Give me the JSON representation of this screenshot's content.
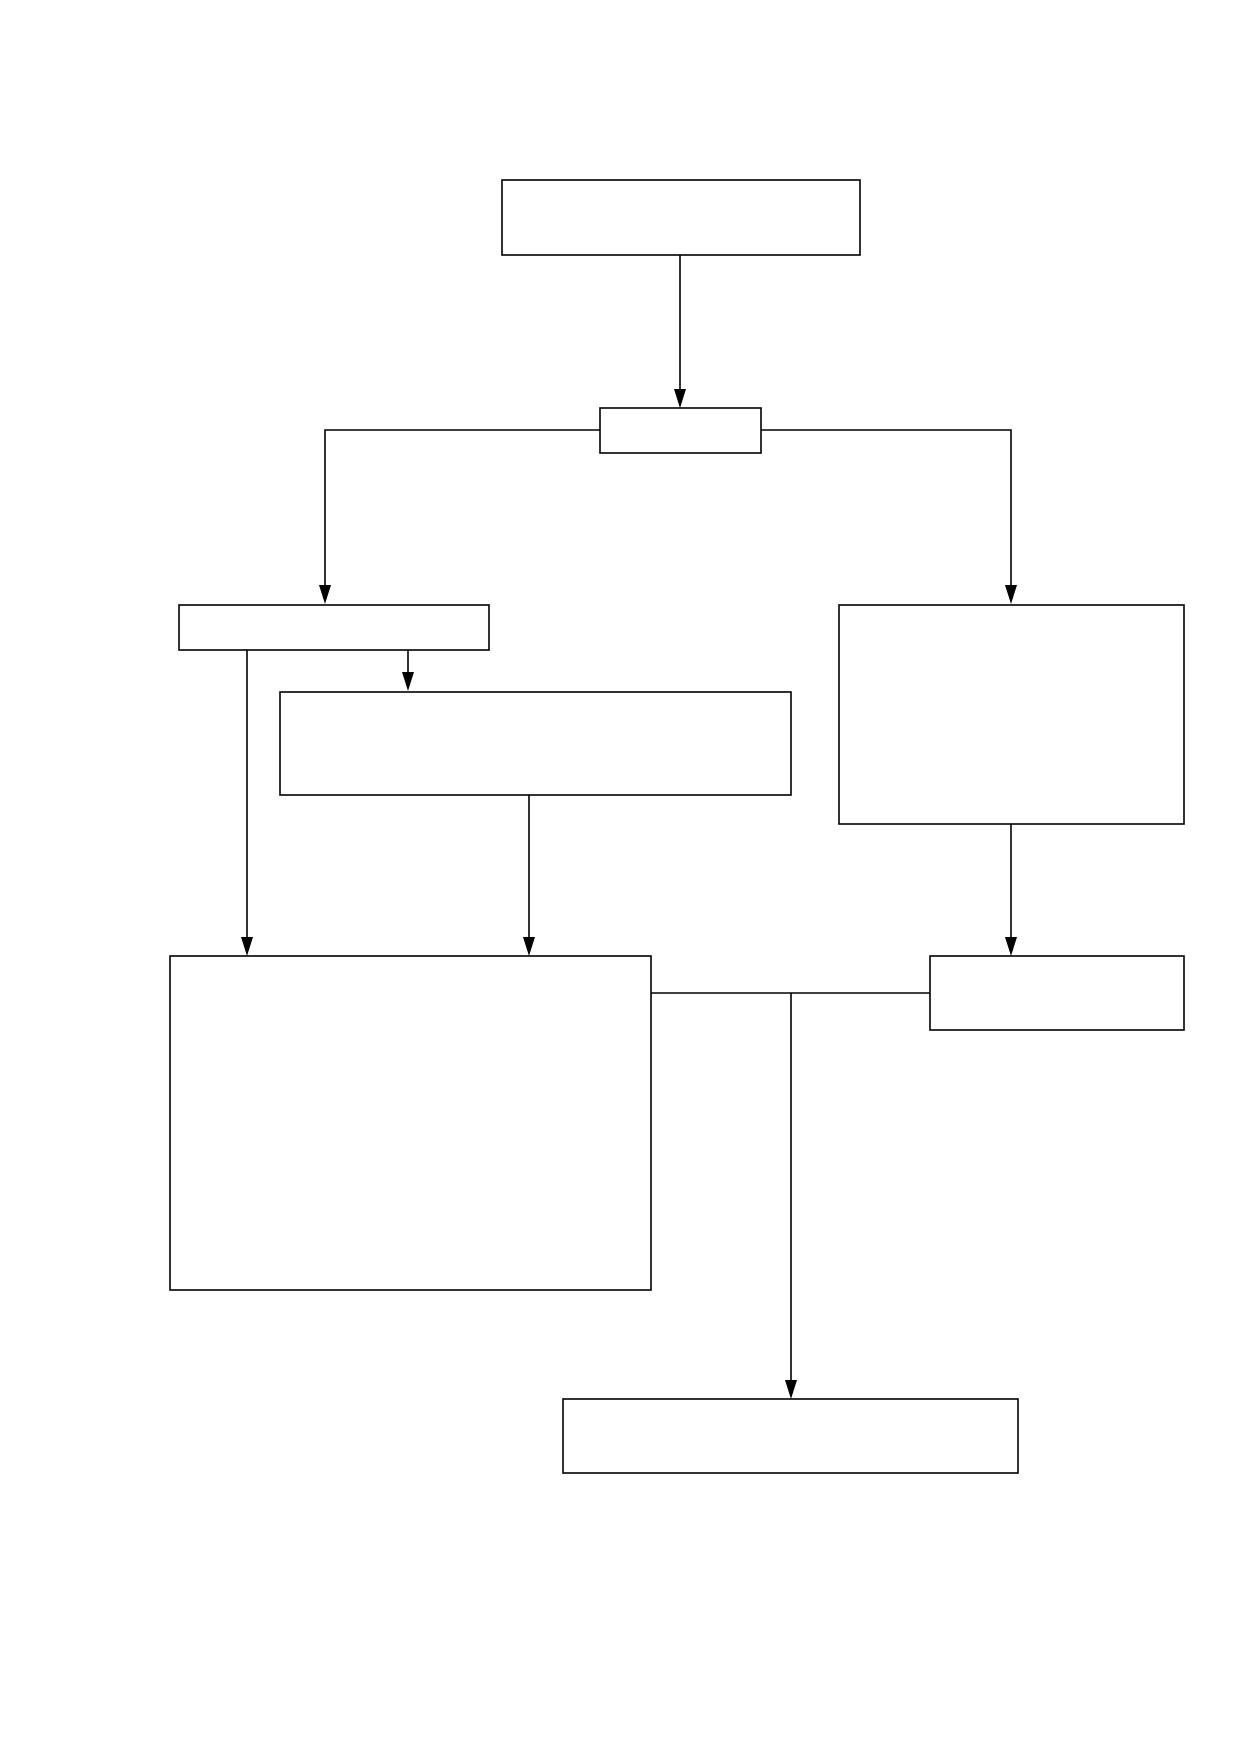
{
  "diagram": {
    "type": "flowchart",
    "colors": {
      "background": "#ffffff",
      "stroke": "#000000"
    },
    "nodes": [
      {
        "id": "start-box",
        "label": ""
      },
      {
        "id": "branch-box",
        "label": ""
      },
      {
        "id": "left-box",
        "label": ""
      },
      {
        "id": "middle-box",
        "label": ""
      },
      {
        "id": "right-tall-box",
        "label": ""
      },
      {
        "id": "large-box",
        "label": ""
      },
      {
        "id": "right-small-box",
        "label": ""
      },
      {
        "id": "final-box",
        "label": ""
      }
    ],
    "edges": [
      {
        "from": "start-box",
        "to": "branch-box",
        "arrow": true
      },
      {
        "from": "branch-box",
        "to": "left-box",
        "arrow": true
      },
      {
        "from": "branch-box",
        "to": "right-tall-box",
        "arrow": true
      },
      {
        "from": "left-box",
        "to": "middle-box",
        "arrow": true
      },
      {
        "from": "left-box",
        "to": "large-box",
        "arrow": true
      },
      {
        "from": "middle-box",
        "to": "large-box",
        "arrow": true
      },
      {
        "from": "right-tall-box",
        "to": "right-small-box",
        "arrow": true
      },
      {
        "from": "large-box",
        "to": "right-small-box",
        "arrow": false
      },
      {
        "from": "large-box",
        "to": "final-box",
        "arrow": true
      }
    ]
  }
}
